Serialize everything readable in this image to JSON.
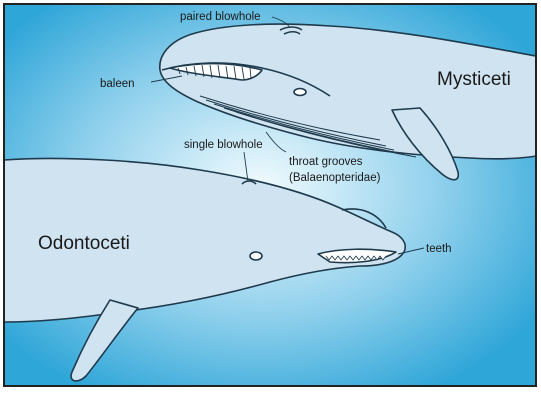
{
  "labels": {
    "paired_blowhole": "paired blowhole",
    "baleen": "baleen",
    "mysticeti": "Mysticeti",
    "single_blowhole": "single blowhole",
    "throat_grooves_line1": "throat grooves",
    "throat_grooves_line2": "(Balaenopteridae)",
    "odontoceti": "Odontoceti",
    "teeth": "teeth"
  },
  "colors": {
    "water_light": "#f2fbfe",
    "water_dark": "#2fa6d8",
    "whale_fill": "#cfe3f0",
    "outline": "#1e3a4c",
    "frame": "#222222"
  }
}
